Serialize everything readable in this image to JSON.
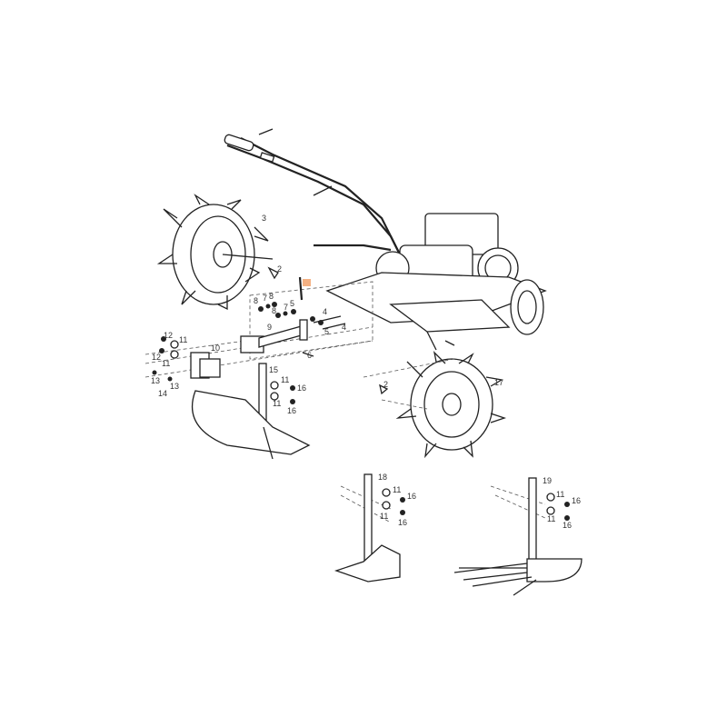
{
  "diagram": {
    "labels": [
      {
        "id": "l3",
        "text": "3"
      },
      {
        "id": "l2a",
        "text": "2"
      },
      {
        "id": "l8a",
        "text": "8"
      },
      {
        "id": "l7a",
        "text": "7"
      },
      {
        "id": "l8b",
        "text": "8"
      },
      {
        "id": "l8c",
        "text": "8"
      },
      {
        "id": "l7b",
        "text": "7"
      },
      {
        "id": "l5a",
        "text": "5"
      },
      {
        "id": "l4a",
        "text": "4"
      },
      {
        "id": "l4b",
        "text": "4"
      },
      {
        "id": "l5b",
        "text": "5"
      },
      {
        "id": "l9",
        "text": "9"
      },
      {
        "id": "l12a",
        "text": "12"
      },
      {
        "id": "l11a",
        "text": "11"
      },
      {
        "id": "l10",
        "text": "10"
      },
      {
        "id": "l12b",
        "text": "12"
      },
      {
        "id": "l11b",
        "text": "11"
      },
      {
        "id": "l6",
        "text": "6"
      },
      {
        "id": "l15",
        "text": "15"
      },
      {
        "id": "l13a",
        "text": "13"
      },
      {
        "id": "l13b",
        "text": "13"
      },
      {
        "id": "l14",
        "text": "14"
      },
      {
        "id": "l11c",
        "text": "11"
      },
      {
        "id": "l16a",
        "text": "16"
      },
      {
        "id": "l11d",
        "text": "11"
      },
      {
        "id": "l16b",
        "text": "16"
      },
      {
        "id": "l2b",
        "text": "2"
      },
      {
        "id": "l17",
        "text": "17"
      },
      {
        "id": "l18",
        "text": "18"
      },
      {
        "id": "l11e",
        "text": "11"
      },
      {
        "id": "l16c",
        "text": "16"
      },
      {
        "id": "l11f",
        "text": "11"
      },
      {
        "id": "l16d",
        "text": "16"
      },
      {
        "id": "l19",
        "text": "19"
      },
      {
        "id": "l11g",
        "text": "11"
      },
      {
        "id": "l16e",
        "text": "16"
      },
      {
        "id": "l11h",
        "text": "11"
      },
      {
        "id": "l16f",
        "text": "16"
      }
    ],
    "highlight_color": "#f4b183"
  }
}
